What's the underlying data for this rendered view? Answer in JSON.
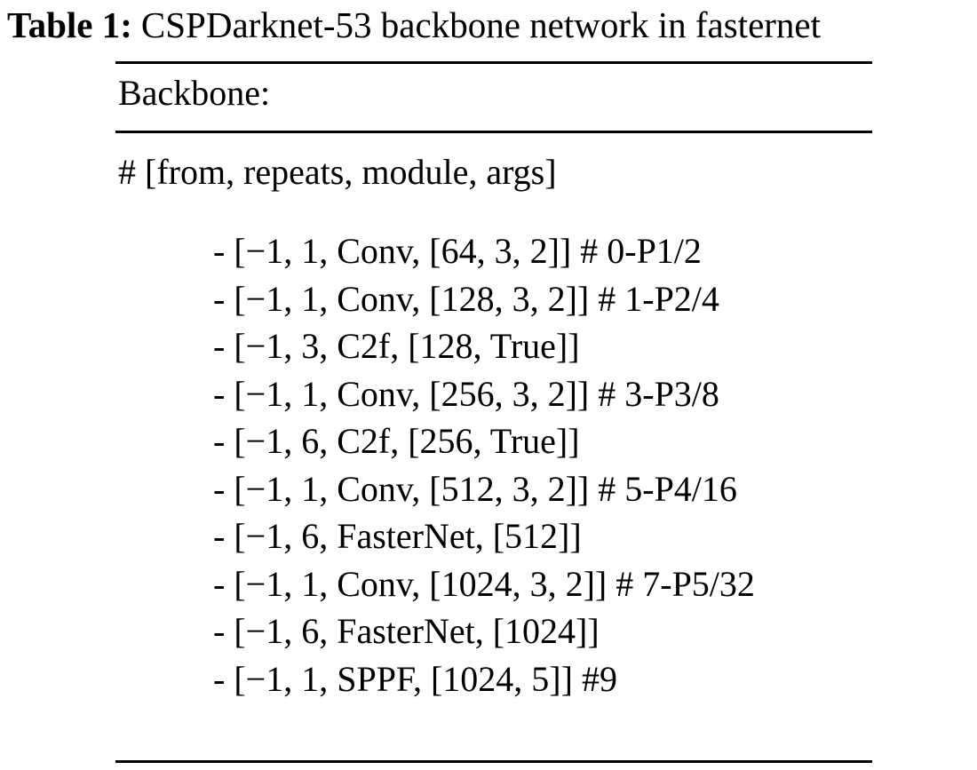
{
  "caption": {
    "label": "Table 1:",
    "text": "CSPDarknet-53 backbone network in fasternet"
  },
  "table": {
    "header": "Backbone:",
    "comment": "# [from, repeats, module, args]",
    "rows": [
      "- [−1, 1, Conv, [64, 3, 2]] # 0-P1/2",
      "- [−1, 1, Conv, [128, 3, 2]] # 1-P2/4",
      "- [−1, 3, C2f, [128, True]]",
      "- [−1, 1, Conv, [256, 3, 2]] # 3-P3/8",
      "- [−1, 6, C2f, [256, True]]",
      "- [−1, 1, Conv, [512, 3, 2]] # 5-P4/16",
      "- [−1, 6, FasterNet, [512]]",
      "- [−1, 1, Conv, [1024, 3, 2]] # 7-P5/32",
      "- [−1, 6, FasterNet, [1024]]",
      "- [−1, 1, SPPF, [1024, 5]] #9"
    ]
  }
}
